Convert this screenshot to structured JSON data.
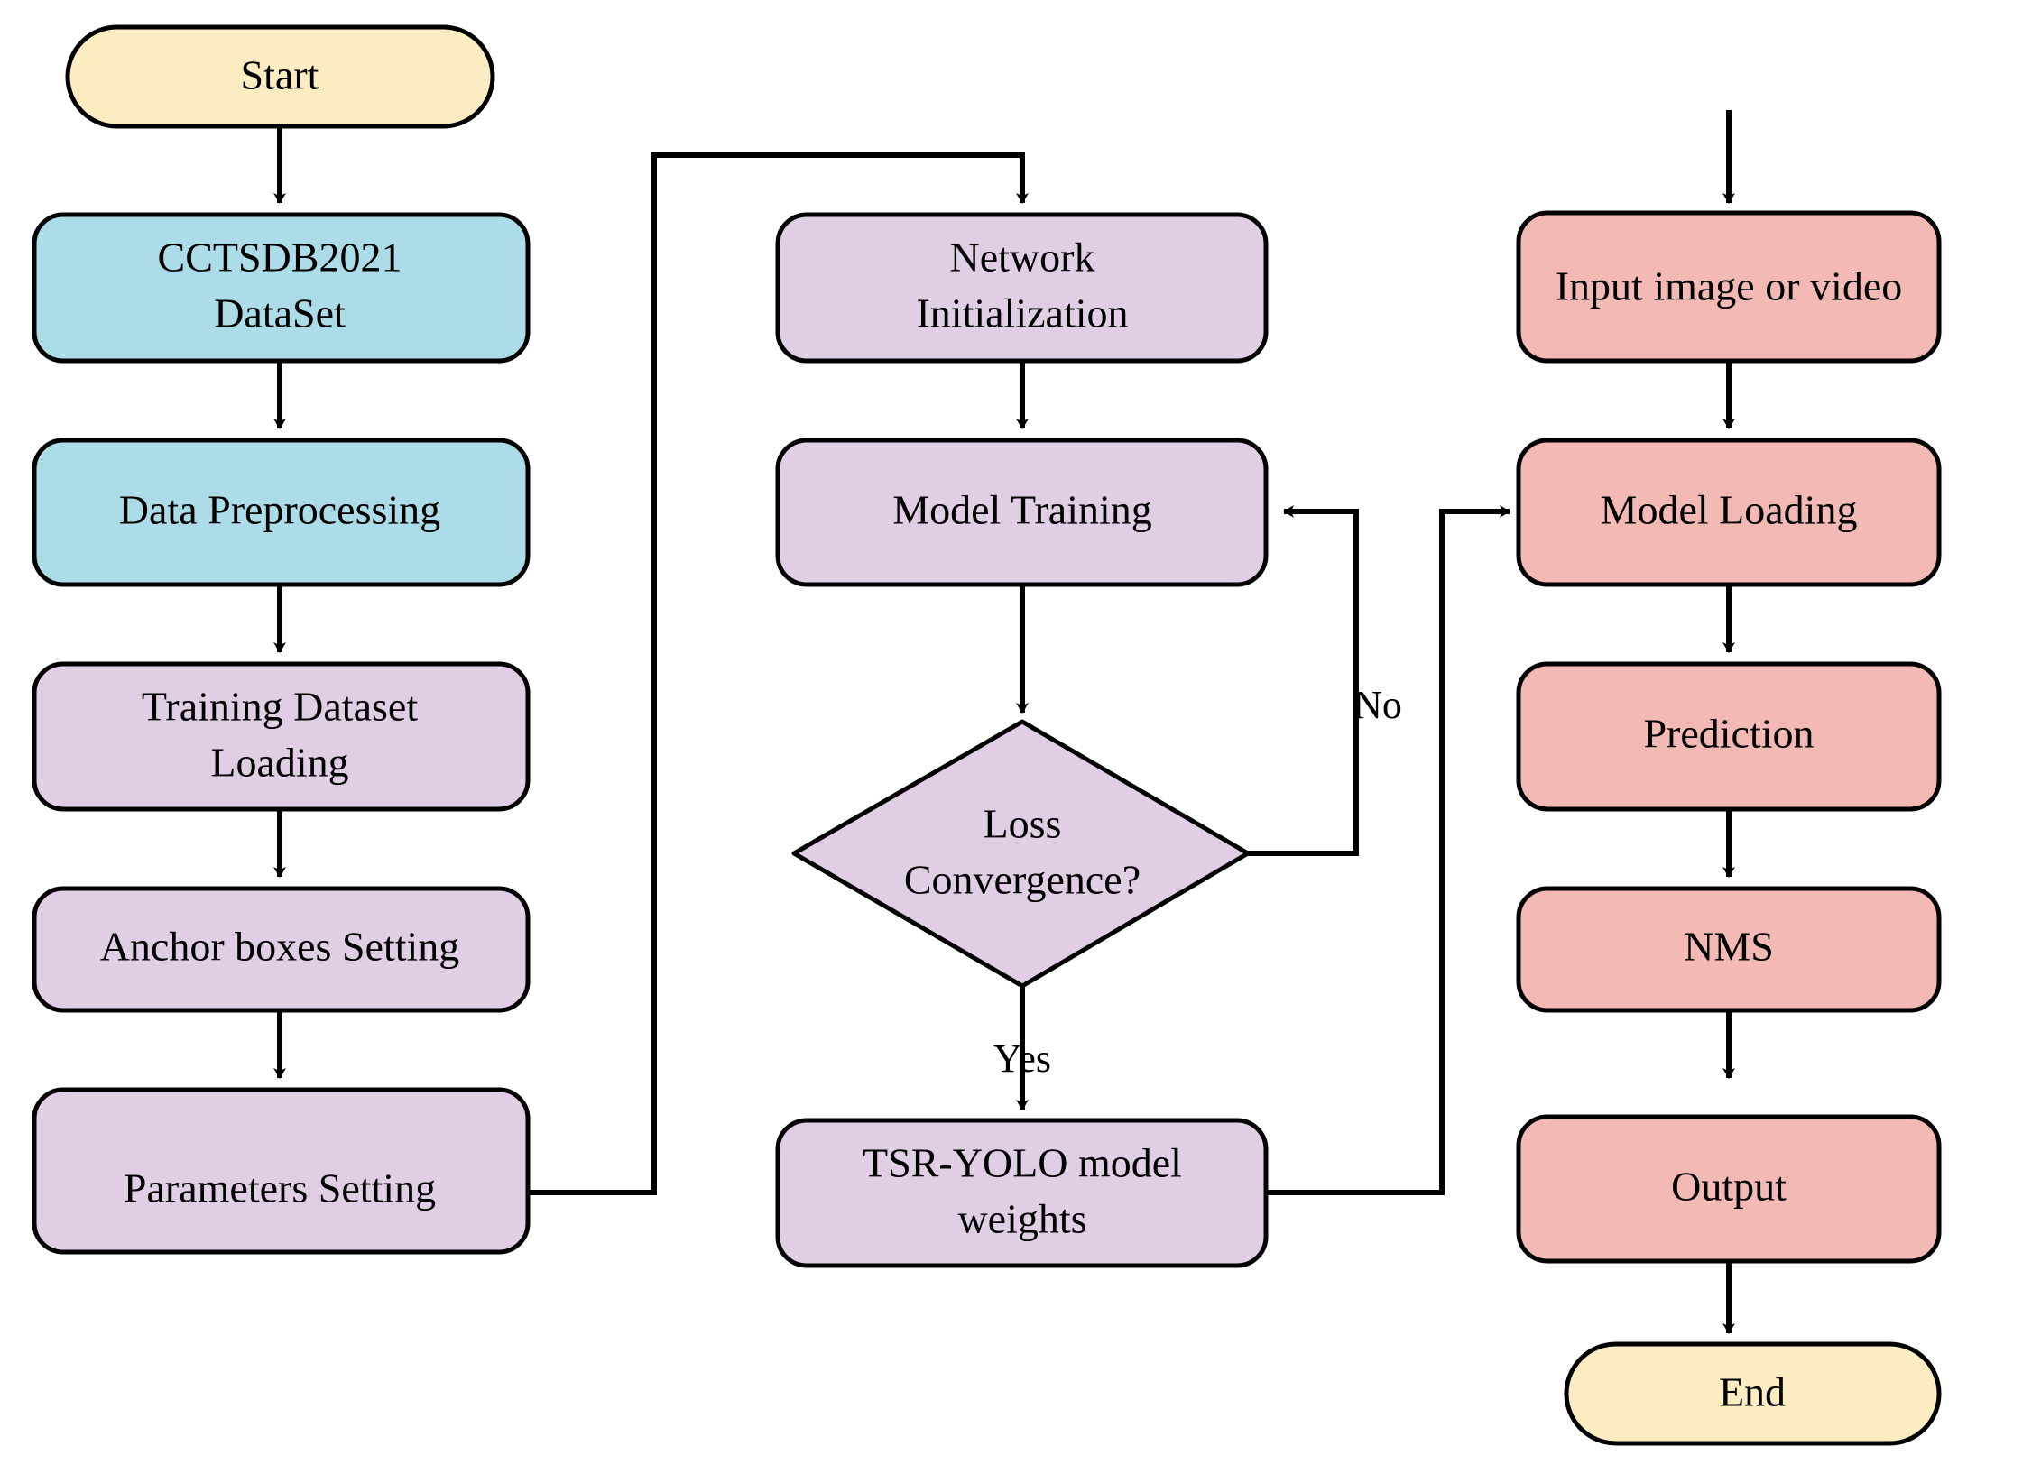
{
  "diagram": {
    "title": "TSR-YOLO training and inference flowchart",
    "colors": {
      "terminal": "#FBECC2",
      "data": "#ABDCE8",
      "process": "#DFCEE4",
      "inference": "#F3B9B4",
      "stroke": "#000000",
      "background": "#FFFFFF"
    }
  },
  "nodes": {
    "start": {
      "label": "Start",
      "shape": "stadium",
      "color": "#FBECC2"
    },
    "dataset": {
      "label_line1": "CCTSDB2021",
      "label_line2": "DataSet",
      "shape": "rounded-rect",
      "color": "#ABDCE8"
    },
    "preprocessing": {
      "label": "Data Preprocessing",
      "shape": "rounded-rect",
      "color": "#ABDCE8"
    },
    "training_loading": {
      "label_line1": "Training Dataset",
      "label_line2": "Loading",
      "shape": "rounded-rect",
      "color": "#DFCEE4"
    },
    "anchor_boxes": {
      "label": "Anchor boxes Setting",
      "shape": "rounded-rect",
      "color": "#DFCEE4"
    },
    "parameters": {
      "label": "Parameters Setting",
      "shape": "rounded-rect",
      "color": "#DFCEE4"
    },
    "network_init": {
      "label_line1": "Network",
      "label_line2": "Initialization",
      "shape": "rounded-rect",
      "color": "#DFCEE4"
    },
    "model_training": {
      "label": "Model Training",
      "shape": "rounded-rect",
      "color": "#DFCEE4"
    },
    "loss_convergence": {
      "label_line1": "Loss",
      "label_line2": "Convergence?",
      "shape": "diamond",
      "color": "#DFCEE4"
    },
    "model_weights": {
      "label_line1": "TSR-YOLO model",
      "label_line2": "weights",
      "shape": "rounded-rect",
      "color": "#DFCEE4"
    },
    "input_media": {
      "label": "Input image or video",
      "shape": "rounded-rect",
      "color": "#F3B9B4"
    },
    "model_loading": {
      "label": "Model Loading",
      "shape": "rounded-rect",
      "color": "#F3B9B4"
    },
    "prediction": {
      "label": "Prediction",
      "shape": "rounded-rect",
      "color": "#F3B9B4"
    },
    "nms": {
      "label": "NMS",
      "shape": "rounded-rect",
      "color": "#F3B9B4"
    },
    "output": {
      "label": "Output",
      "shape": "rounded-rect",
      "color": "#F3B9B4"
    },
    "end": {
      "label": "End",
      "shape": "stadium",
      "color": "#FBECC2"
    }
  },
  "edge_labels": {
    "no_branch": "No",
    "yes_branch": "Yes"
  },
  "edges": [
    {
      "from": "start",
      "to": "dataset"
    },
    {
      "from": "dataset",
      "to": "preprocessing"
    },
    {
      "from": "preprocessing",
      "to": "training_loading"
    },
    {
      "from": "training_loading",
      "to": "anchor_boxes"
    },
    {
      "from": "anchor_boxes",
      "to": "parameters"
    },
    {
      "from": "parameters",
      "to": "network_init"
    },
    {
      "from": "network_init",
      "to": "model_training"
    },
    {
      "from": "model_training",
      "to": "loss_convergence"
    },
    {
      "from": "loss_convergence",
      "to": "model_training",
      "label": "No"
    },
    {
      "from": "loss_convergence",
      "to": "model_weights",
      "label": "Yes"
    },
    {
      "from": "model_weights",
      "to": "model_loading"
    },
    {
      "from": "input_media",
      "to": "model_loading"
    },
    {
      "from": "model_loading",
      "to": "prediction"
    },
    {
      "from": "prediction",
      "to": "nms"
    },
    {
      "from": "nms",
      "to": "output"
    },
    {
      "from": "output",
      "to": "end"
    }
  ]
}
